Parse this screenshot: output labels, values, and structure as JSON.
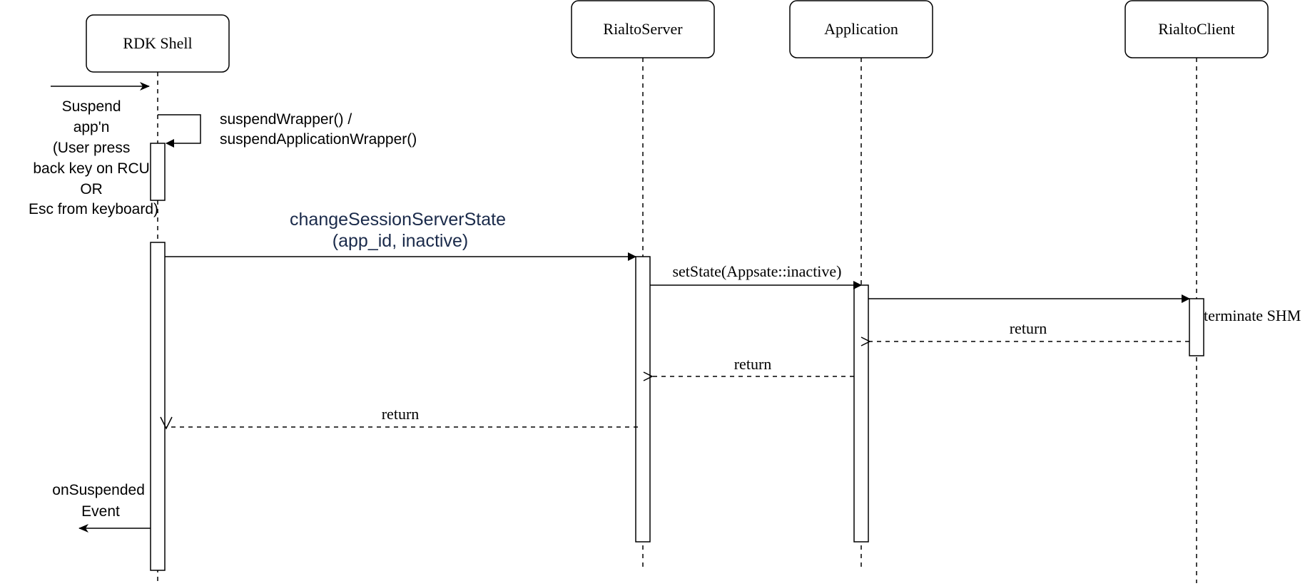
{
  "participants": {
    "rdk_shell": "RDK Shell",
    "rialto_server": "RialtoServer",
    "application": "Application",
    "rialto_client": "RialtoClient"
  },
  "notes": {
    "suspend_trigger": [
      "Suspend",
      "app'n",
      "(User press",
      "back key on RCU",
      "OR",
      "Esc from keyboard)"
    ],
    "suspend_wrapper": [
      "suspendWrapper() /",
      "suspendApplicationWrapper()"
    ],
    "on_suspended": [
      "onSuspended",
      "Event"
    ]
  },
  "messages": {
    "change_state": [
      "changeSessionServerState",
      "(app_id, inactive)"
    ],
    "set_state": "setState(Appsate::inactive)",
    "terminate_shm": "terminate SHM",
    "return_client": "return",
    "return_app": "return",
    "return_server": "return"
  },
  "colors": {
    "line": "#000000",
    "change_state_text": "#1a2a4a"
  }
}
